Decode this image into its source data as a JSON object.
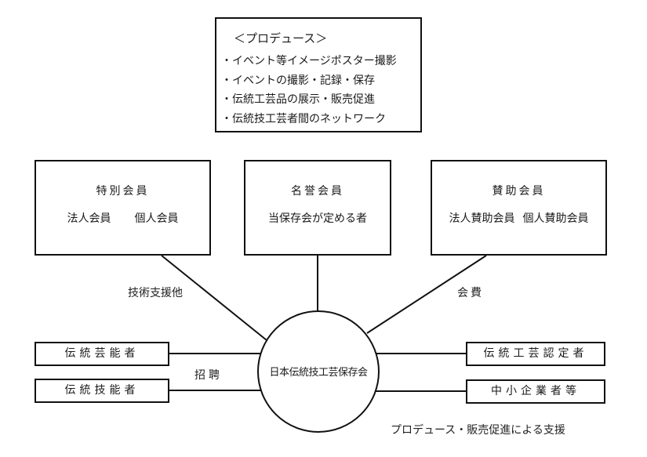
{
  "produce": {
    "heading": "＜プロデュース＞",
    "items": [
      "・イベント等イメージポスター撮影",
      "・イベントの撮影・記録・保存",
      "・伝統工芸品の展示・販売促進",
      "・伝統技工芸者間のネットワーク"
    ]
  },
  "members": {
    "special": {
      "title": "特別会員",
      "subs": [
        "法人会員",
        "個人会員"
      ]
    },
    "honorary": {
      "title": "名誉会員",
      "subs": [
        "当保存会が定める者"
      ]
    },
    "support": {
      "title": "賛助会員",
      "subs": [
        "法人賛助会員",
        "個人賛助会員"
      ]
    }
  },
  "center": {
    "label": "日本伝統技工芸保存会"
  },
  "left_boxes": [
    "伝統芸能者",
    "伝統技能者"
  ],
  "right_boxes": [
    "伝統工芸認定者",
    "中小企業者等"
  ],
  "connector_labels": {
    "tech_support": "技術支援他",
    "fee": "会費",
    "invite": "招聘",
    "produce_support": "プロデュース・販売促進による支援"
  }
}
